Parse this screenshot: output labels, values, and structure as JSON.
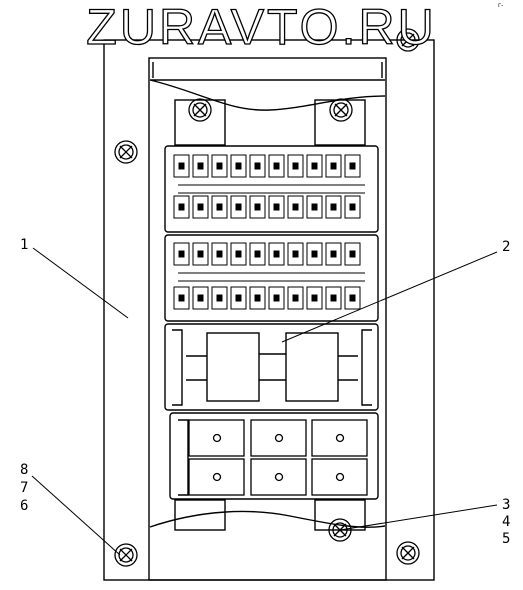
{
  "watermark": "ZURAVTO.RU",
  "corner_note": "г-",
  "callouts": {
    "c1": "1",
    "c2": "2",
    "c3": "3",
    "c4": "4",
    "c5": "5",
    "c6": "6",
    "c7": "7",
    "c8": "8"
  },
  "colors": {
    "line": "#000000",
    "background": "#ffffff"
  }
}
